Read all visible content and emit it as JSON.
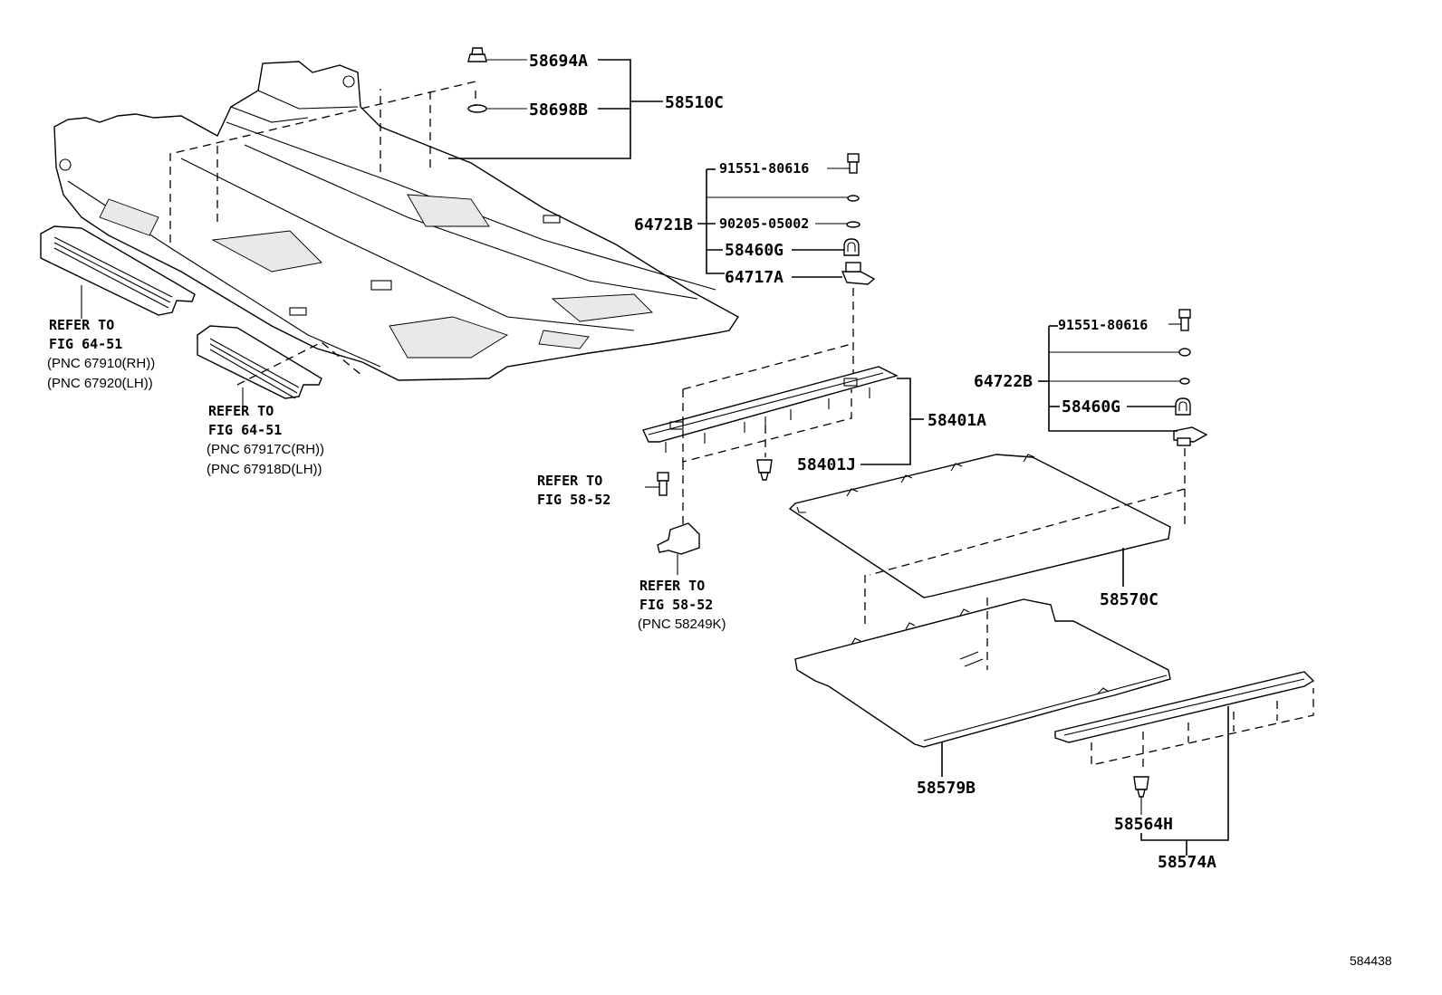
{
  "labels": {
    "p58694A": "58694A",
    "p58698B": "58698B",
    "p58510C": "58510C",
    "p91551a": "91551-80616",
    "p90205": "90205-05002",
    "p64721B": "64721B",
    "p58460Ga": "58460G",
    "p64717A": "64717A",
    "p91551b": "91551-80616",
    "p64722B": "64722B",
    "p58460Gb": "58460G",
    "p58401A": "58401A",
    "p58401J": "58401J",
    "p58570C": "58570C",
    "p58579B": "58579B",
    "p58564H": "58564H",
    "p58574A": "58574A"
  },
  "references": {
    "r1": {
      "refer": "REFER TO",
      "fig": "FIG 64-51",
      "pnc1": "(PNC 67910(RH))",
      "pnc2": "(PNC 67920(LH))"
    },
    "r2": {
      "refer": "REFER TO",
      "fig": "FIG 64-51",
      "pnc1": "(PNC 67917C(RH))",
      "pnc2": "(PNC 67918D(LH))"
    },
    "r3": {
      "refer": "REFER TO",
      "fig": "FIG 58-52"
    },
    "r4": {
      "refer": "REFER TO",
      "fig": "FIG 58-52",
      "pnc1": "(PNC 58249K)"
    }
  },
  "figure_number": "584438"
}
